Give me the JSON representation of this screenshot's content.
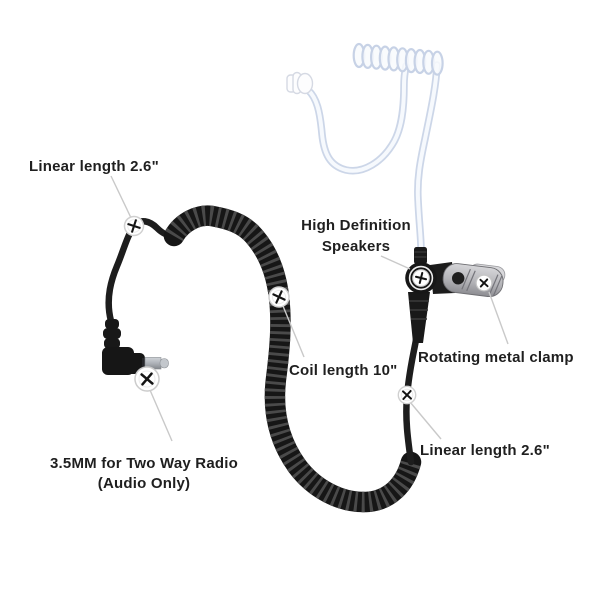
{
  "annotations": {
    "linear_length_top": "Linear length 2.6\"",
    "speakers_line1": "High Definition",
    "speakers_line2": "Speakers",
    "rotating_metal_clamp": "Rotating metal clamp",
    "coil_length": "Coil length 10\"",
    "linear_length_bottom": "Linear length 2.6\"",
    "jack_line1": "3.5MM for Two Way Radio",
    "jack_line2": "(Audio Only)"
  },
  "colors": {
    "background": "#ffffff",
    "cable_black": "#161616",
    "cable_rib_highlight": "#4a4a4a",
    "tube_edge": "#ccd6e8",
    "tube_inner": "#f6f9fd",
    "clamp_metal_light": "#d2d2d5",
    "clamp_metal_dark": "#97979b",
    "plug_metal": "#b6bac0",
    "callout_line": "#c9c9c9",
    "label_text": "#1f1f1f",
    "marker_ring": "#d0d0d0",
    "marker_glyph": "#141414"
  },
  "markers": {
    "style": "white screw-head circle with cross glyph",
    "items": [
      "linear-top-marker",
      "coil-marker",
      "speaker-marker",
      "clamp-marker",
      "jack-marker",
      "linear-bottom-marker"
    ]
  }
}
